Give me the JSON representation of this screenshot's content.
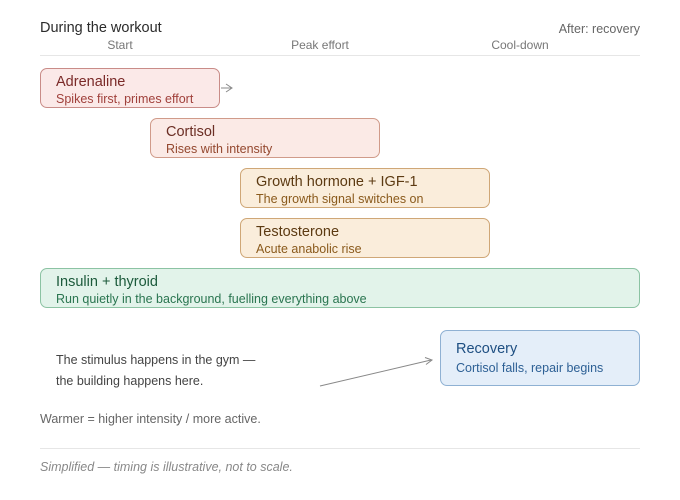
{
  "header": {
    "title": "During the workout",
    "after_label": "After: recovery",
    "phases": [
      "Start",
      "Peak effort",
      "Cool-down"
    ]
  },
  "bars": [
    {
      "title": "Adrenaline",
      "subtitle": "Spikes first, primes effort",
      "tone": "red"
    },
    {
      "title": "Cortisol",
      "subtitle": "Rises with intensity",
      "tone": "rose"
    },
    {
      "title": "Growth hormone + IGF-1",
      "subtitle": "The growth signal switches on",
      "tone": "amber"
    },
    {
      "title": "Testosterone",
      "subtitle": "Acute anabolic rise",
      "tone": "amber"
    },
    {
      "title": "Insulin + thyroid",
      "subtitle": "Run quietly in the background, fuelling everything above",
      "tone": "green"
    }
  ],
  "recovery": {
    "title": "Recovery",
    "subtitle": "Cortisol falls, repair begins"
  },
  "note": {
    "line1": "The stimulus happens in the gym —",
    "line2": "the building happens here."
  },
  "legend": "Warmer = higher intensity / more active.",
  "footnote": "Simplified — timing is illustrative, not to scale.",
  "colors": {
    "warm_red": "#fbe9e8",
    "amber": "#faeddb",
    "green": "#e2f3ea",
    "blue": "#e4eef9",
    "arrow": "#888888"
  }
}
